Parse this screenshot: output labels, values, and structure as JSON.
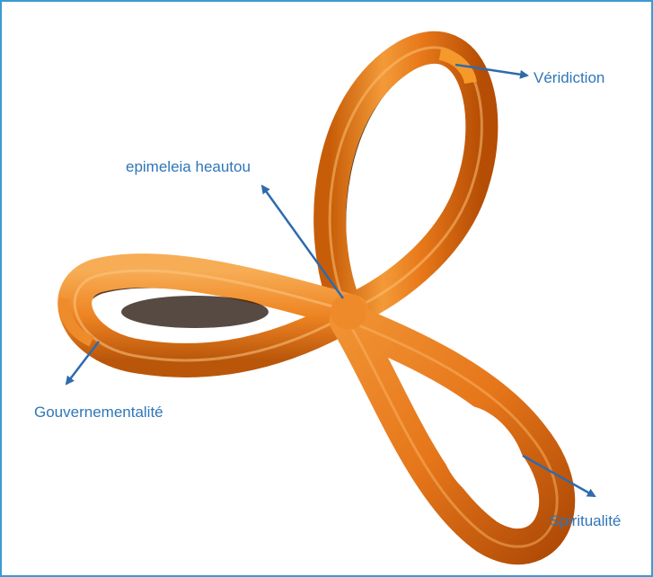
{
  "diagram": {
    "labels": {
      "veridiction": "Véridiction",
      "epimeleia": "epimeleia heautou",
      "gouvernementalite": "Gouvernementalité",
      "spiritualite": "Spiritualité"
    },
    "colors": {
      "border": "#3c9ad1",
      "ribbon_light": "#f6a646",
      "ribbon_mid": "#ec7e16",
      "ribbon_dark": "#b64f05",
      "arrow": "#2f6aad",
      "label": "#2f76b8"
    }
  }
}
